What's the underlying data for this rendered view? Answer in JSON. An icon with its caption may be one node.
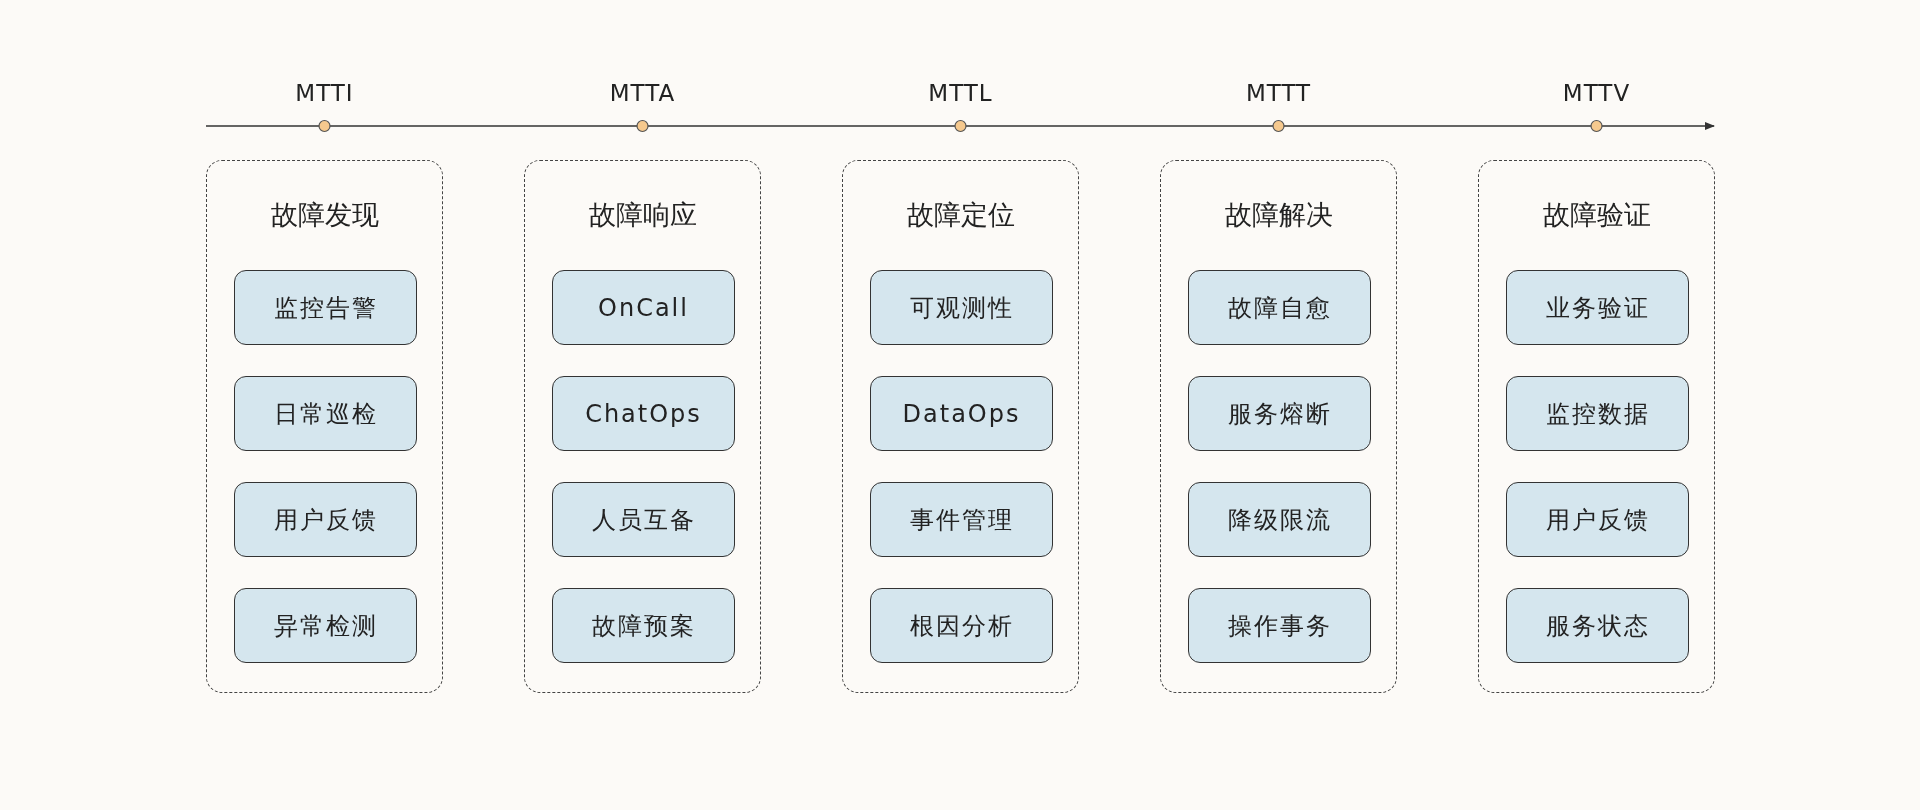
{
  "diagram": {
    "nodes": [
      {
        "text": [
          "故障发现"
        ]
      },
      {
        "text": [
          "监控告警"
        ],
        "in": 0
      },
      {
        "text": [
          "日常巡检"
        ],
        "in": 0
      },
      {
        "text": [
          "用户反馈"
        ],
        "in": 0
      },
      {
        "text": [
          "异常检测"
        ],
        "in": 0
      },
      {
        "text": [
          "故障响应"
        ]
      },
      {
        "text": [
          "OnCall"
        ],
        "in": 5
      },
      {
        "text": [
          "ChatOps"
        ],
        "in": 5
      },
      {
        "text": [
          "人员互备"
        ],
        "in": 5
      },
      {
        "text": [
          "故障预案"
        ],
        "in": 5
      },
      {
        "text": [
          "故障定位"
        ]
      },
      {
        "text": [
          "可观测性"
        ],
        "in": 10
      },
      {
        "text": [
          "DataOps"
        ],
        "in": 10
      },
      {
        "text": [
          "事件管理"
        ],
        "in": 10
      },
      {
        "text": [
          "根因分析"
        ],
        "in": 10
      },
      {
        "text": [
          "故障解决"
        ]
      },
      {
        "text": [
          "故障自愈"
        ],
        "in": 15
      },
      {
        "text": [
          "服务熔断"
        ],
        "in": 15
      },
      {
        "text": [
          "降级限流"
        ],
        "in": 15
      },
      {
        "text": [
          "操作事务"
        ],
        "in": 15
      },
      {
        "text": [
          "故障验证"
        ]
      },
      {
        "text": [
          "业务验证"
        ],
        "in": 20
      },
      {
        "text": [
          "监控数据"
        ],
        "in": 20
      },
      {
        "text": [
          "用户反馈"
        ],
        "in": 20
      },
      {
        "text": [
          "服务状态"
        ],
        "in": 20
      }
    ],
    "labels": [
      "MTTI",
      "MTTA",
      "MTTL",
      "MTTT",
      "MTTV"
    ]
  }
}
